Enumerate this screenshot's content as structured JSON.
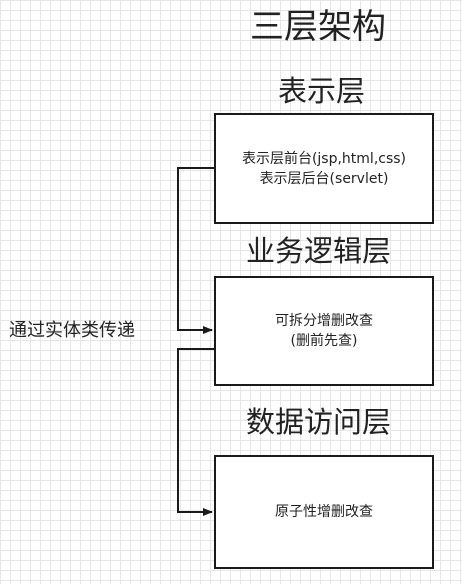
{
  "title": "三层架构",
  "layers": [
    {
      "heading": "表示层",
      "lines": [
        "表示层前台(jsp,html,css)",
        "表示层后台(servlet)"
      ]
    },
    {
      "heading": "业务逻辑层",
      "lines": [
        "可拆分增删改查",
        "(删前先查)"
      ]
    },
    {
      "heading": "数据访问层",
      "lines": [
        "原子性增删改查"
      ]
    }
  ],
  "side_label": "通过实体类传递"
}
